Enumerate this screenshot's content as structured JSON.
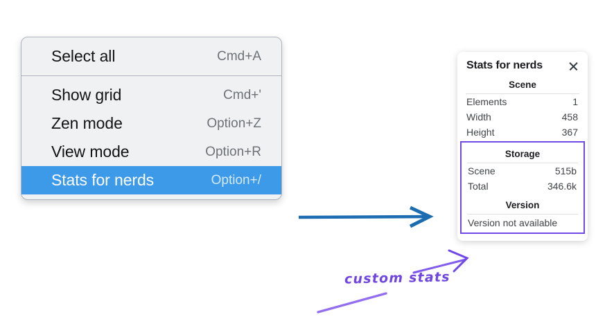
{
  "menu": {
    "name": "context-menu",
    "sections": [
      {
        "items": [
          {
            "label": "Select all",
            "shortcut": "Cmd+A",
            "selected": false
          }
        ]
      },
      {
        "items": [
          {
            "label": "Show grid",
            "shortcut": "Cmd+'",
            "selected": false
          },
          {
            "label": "Zen mode",
            "shortcut": "Option+Z",
            "selected": false
          },
          {
            "label": "View mode",
            "shortcut": "Option+R",
            "selected": false
          },
          {
            "label": "Stats for nerds",
            "shortcut": "Option+/",
            "selected": true
          }
        ]
      }
    ]
  },
  "stats_panel": {
    "title": "Stats for nerds",
    "close_icon": "close-icon",
    "scene": {
      "heading": "Scene",
      "rows": [
        {
          "key": "Elements",
          "value": "1"
        },
        {
          "key": "Width",
          "value": "458"
        },
        {
          "key": "Height",
          "value": "367"
        }
      ]
    },
    "storage": {
      "heading": "Storage",
      "rows": [
        {
          "key": "Scene",
          "value": "515b"
        },
        {
          "key": "Total",
          "value": "346.6k"
        }
      ]
    },
    "version": {
      "heading": "Version",
      "text": "Version not available"
    }
  },
  "annotations": {
    "handwritten_label": "custom stats",
    "blue_arrow": "arrow-right-icon",
    "purple_arrow": "arrow-up-right-icon",
    "purple_underline": "underline-stroke-icon"
  },
  "colors": {
    "menu_highlight": "#3d9ae8",
    "menu_background": "#eff1f3",
    "blue_arrow": "#1b6cb0",
    "purple_accent": "#7048e8",
    "handwriting": "#6f47e0"
  }
}
